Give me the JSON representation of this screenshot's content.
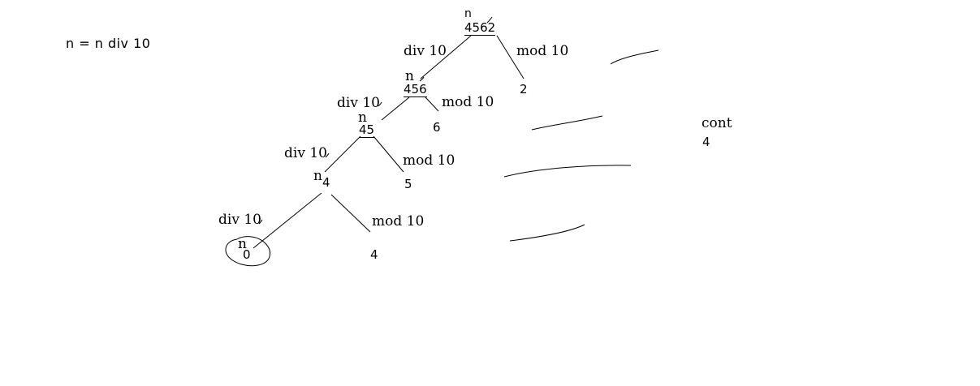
{
  "formula": "n = n div 10",
  "nodes": {
    "root": {
      "var": "n",
      "value": "4562"
    },
    "l1": {
      "var": "n",
      "value": "456"
    },
    "l2": {
      "var": "n",
      "value": "45"
    },
    "l3": {
      "var": "n",
      "value": "4"
    },
    "l4": {
      "var": "n",
      "value": "0"
    }
  },
  "remainders": {
    "r1": "2",
    "r2": "6",
    "r3": "5",
    "r4": "4"
  },
  "edges": {
    "div_label": "div 10",
    "mod_label": "mod 10"
  },
  "counter": {
    "label": "cont",
    "value": "4"
  },
  "colors": {
    "ink": "#000000",
    "background": "#ffffff"
  }
}
